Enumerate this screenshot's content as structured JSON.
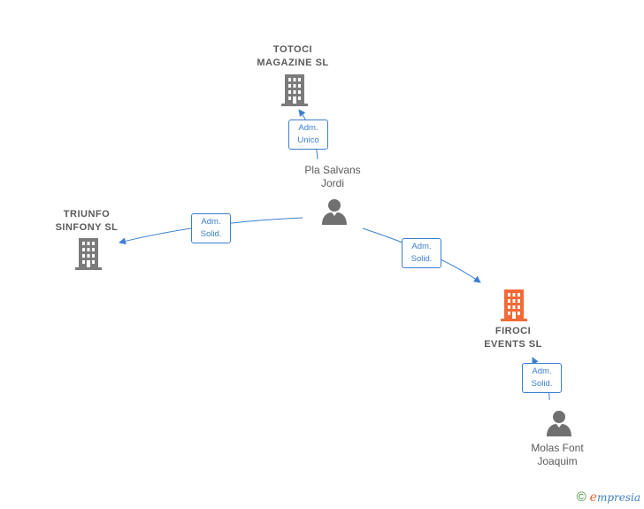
{
  "colors": {
    "edge": "#3b7fd1",
    "company_icon": "#7b7b7b",
    "company_icon_focus": "#f26a35",
    "person_icon": "#707070"
  },
  "nodes": {
    "totoci": {
      "line1": "TOTOCI",
      "line2": "MAGAZINE  SL",
      "icon": "building-icon"
    },
    "triunfo": {
      "line1": "TRIUNFO",
      "line2": "SINFONY  SL",
      "icon": "building-icon"
    },
    "firoci": {
      "line1": "FIROCI",
      "line2": "EVENTS  SL",
      "icon": "building-icon"
    },
    "pla": {
      "line1": "Pla Salvans",
      "line2": "Jordi",
      "icon": "person-icon"
    },
    "molas": {
      "line1": "Molas Font",
      "line2": "Joaquim",
      "icon": "person-icon"
    }
  },
  "edges": {
    "pla_totoci": {
      "line1": "Adm.",
      "line2": "Unico"
    },
    "pla_triunfo": {
      "line1": "Adm.",
      "line2": "Solid."
    },
    "pla_firoci": {
      "line1": "Adm.",
      "line2": "Solid."
    },
    "molas_firoci": {
      "line1": "Adm.",
      "line2": "Solid."
    }
  },
  "footer": {
    "copyright": "©",
    "brand_initial": "e",
    "brand_rest": "mpresia"
  }
}
